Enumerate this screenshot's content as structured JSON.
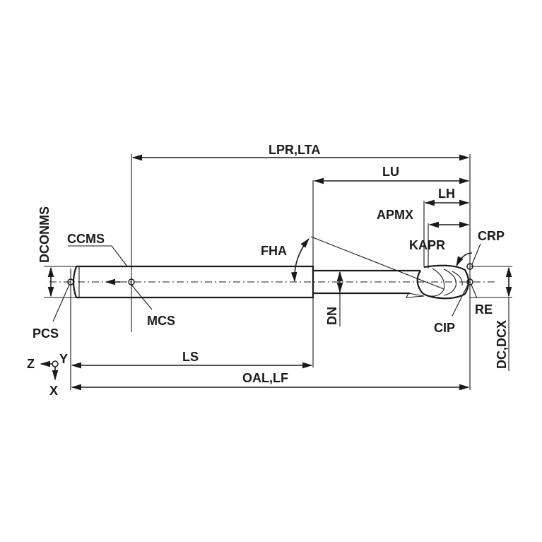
{
  "labels": {
    "lpr_lta": "LPR,LTA",
    "lu": "LU",
    "lh": "LH",
    "apmx": "APMX",
    "crp": "CRP",
    "kapr": "KAPR",
    "dconms": "DCONMS",
    "ccms": "CCMS",
    "fha": "FHA",
    "mcs": "MCS",
    "pcs": "PCS",
    "dn": "DN",
    "re": "RE",
    "cip": "CIP",
    "dc_dcx": "DC,DCX",
    "ls": "LS",
    "oal_lf": "OAL,LF",
    "axis_z": "Z",
    "axis_y": "Y",
    "axis_x": "X"
  }
}
